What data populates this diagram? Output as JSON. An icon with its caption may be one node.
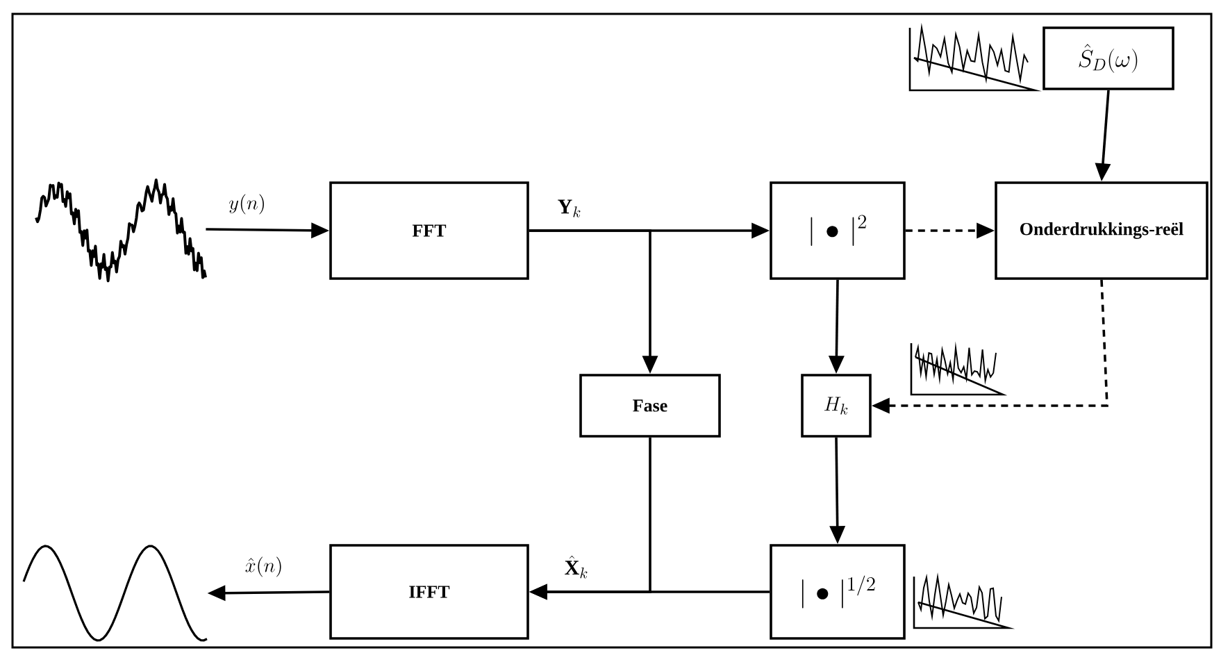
{
  "diagram": {
    "nodes": [
      {
        "text": [],
        "shape": "picture"
      },
      {
        "text": [
          "FFT"
        ]
      },
      {
        "text": [
          "|\\bullet|^{2}"
        ]
      },
      {
        "text": [
          "\\hat{S}_D(\\omega)"
        ]
      },
      {
        "text": [
          "Onderdrukkings-reël"
        ]
      },
      {
        "text": [
          "Fase"
        ]
      },
      {
        "text": [
          "H_k"
        ]
      },
      {
        "text": [
          "|\\bullet|^{1/2}"
        ]
      },
      {
        "text": [
          "IFFT"
        ]
      },
      {
        "text": [],
        "shape": "picture"
      }
    ],
    "edges": [
      {
        "from": 0,
        "to": 1,
        "arrow": "to",
        "label": "y(n)"
      },
      {
        "from": 1,
        "to": 2,
        "arrow": "to",
        "label": "\\mathbf{Y}_k"
      },
      {
        "from": 1,
        "to": 5,
        "arrow": "to"
      },
      {
        "from": 2,
        "to": 4,
        "arrow": "to",
        "style": "dashed"
      },
      {
        "from": 3,
        "to": 4,
        "arrow": "to"
      },
      {
        "from": 4,
        "to": 6,
        "arrow": "to",
        "style": "dashed"
      },
      {
        "from": 2,
        "to": 6,
        "arrow": "to"
      },
      {
        "from": 6,
        "to": 7,
        "arrow": "to"
      },
      {
        "from": 5,
        "to": 8,
        "arrow": "to",
        "label": "\\hat{\\mathbf{X}}_k"
      },
      {
        "from": 7,
        "to": 8,
        "arrow": "to"
      },
      {
        "from": 8,
        "to": 9,
        "arrow": "to",
        "label": "\\hat{x}(n)"
      }
    ]
  }
}
